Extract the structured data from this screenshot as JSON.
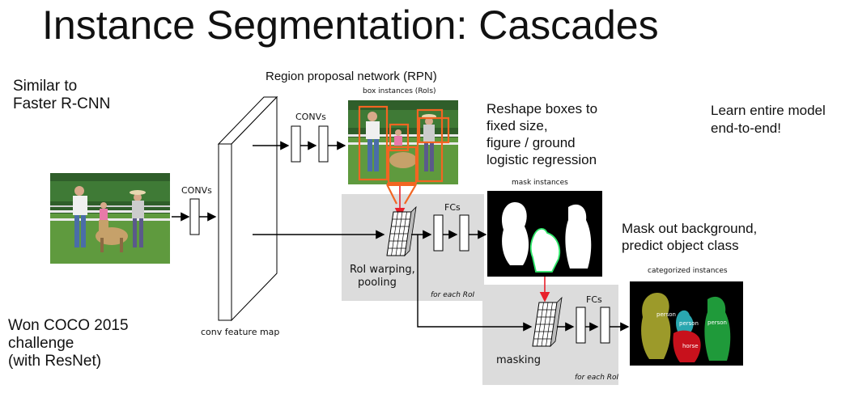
{
  "title": "Instance Segmentation: Cascades",
  "notes": {
    "similar_line1": "Similar to",
    "similar_line2": "Faster R-CNN",
    "won_line1": "Won COCO 2015",
    "won_line2": "challenge",
    "won_line3": "(with ResNet)",
    "learn_line1": "Learn entire model",
    "learn_line2": "end-to-end!",
    "reshape_line1": "Reshape boxes to",
    "reshape_line2": "fixed size,",
    "reshape_line3": "figure / ground",
    "reshape_line4": "logistic regression",
    "mask_line1": "Mask out background,",
    "mask_line2": "predict object class"
  },
  "labels": {
    "rpn": "Region proposal network (RPN)",
    "box_instances": "box instances (RoIs)",
    "convs_rpn": "CONVs",
    "convs_input": "CONVs",
    "conv_feature_map": "conv feature map",
    "roi_warping_line1": "RoI warping,",
    "roi_warping_line2": "pooling",
    "fcs_1": "FCs",
    "fcs_2": "FCs",
    "for_each_roi_1": "for each RoI",
    "for_each_roi_2": "for each RoI",
    "mask_instances": "mask instances",
    "categorized_instances": "categorized instances",
    "masking": "masking"
  },
  "instance_labels": {
    "person_left": "person",
    "person_middle": "person",
    "person_right": "person",
    "horse": "horse"
  },
  "colors": {
    "box_highlight": "#f26522",
    "red_arrow": "#e8202a",
    "green_outline": "#2ee86a",
    "person_olive": "#9c9a2a",
    "person_teal": "#2aa7b0",
    "person_green": "#1f9a3a",
    "horse_red": "#c8111c",
    "panel_gray": "#dcdcdc"
  }
}
